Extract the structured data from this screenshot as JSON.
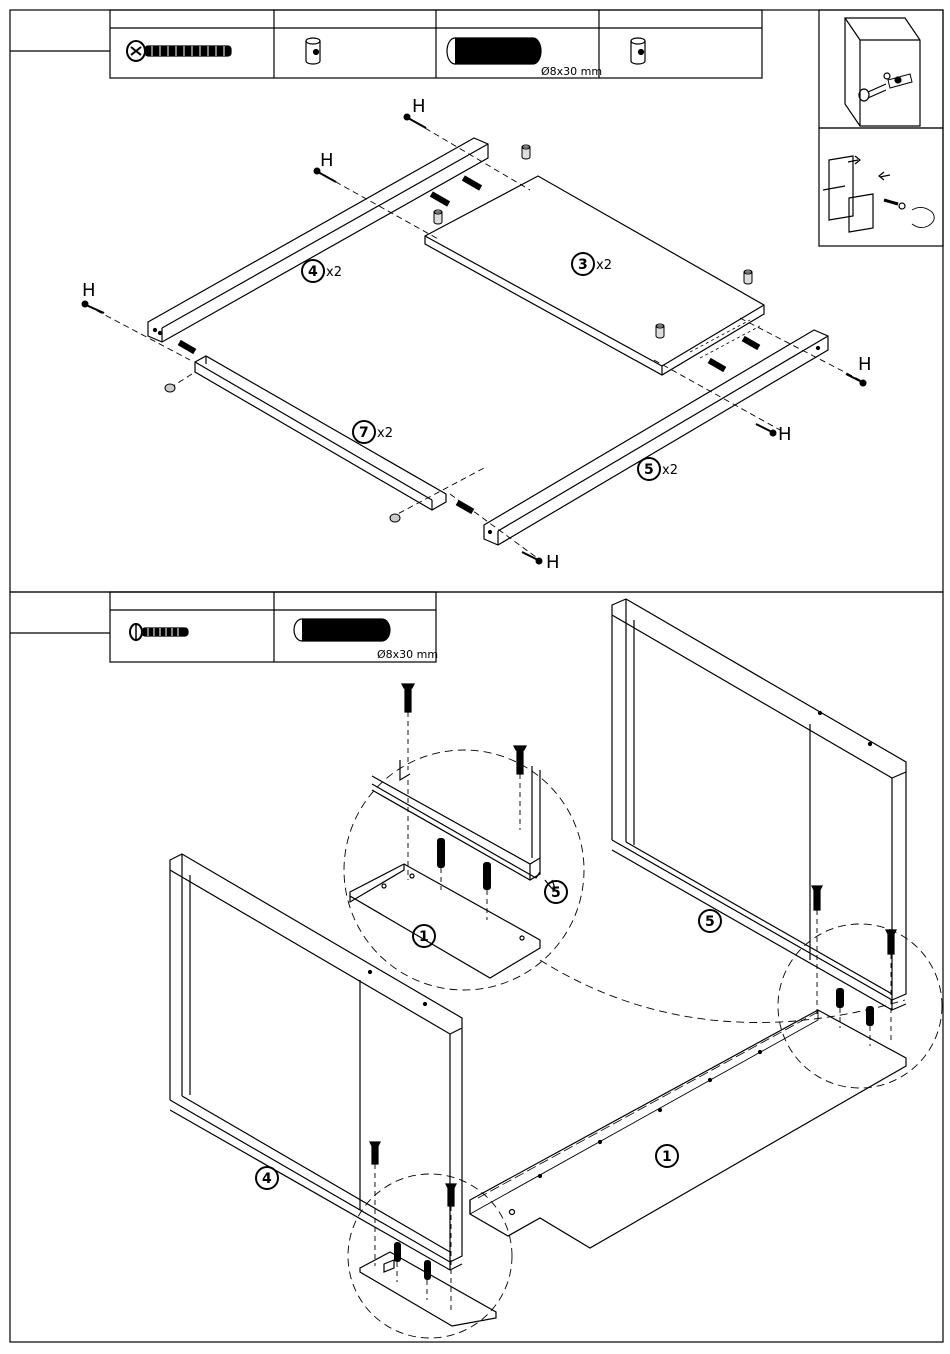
{
  "step1": {
    "parts": [
      {
        "icon": "bolt-icon",
        "label": ""
      },
      {
        "icon": "cam-nut-icon",
        "label": ""
      },
      {
        "icon": "wooden-dowel-icon",
        "label": "Ø8x30 mm"
      },
      {
        "icon": "cam-nut-icon",
        "label": ""
      }
    ],
    "callouts": [
      {
        "id": "panel-3",
        "num": "3",
        "qty": "x2"
      },
      {
        "id": "panel-4",
        "num": "4",
        "qty": "x2"
      },
      {
        "id": "panel-5",
        "num": "5",
        "qty": "x2"
      },
      {
        "id": "panel-7",
        "num": "7",
        "qty": "x2"
      }
    ],
    "bolt_letter": "H"
  },
  "step2": {
    "parts": [
      {
        "icon": "bolt-icon",
        "label": ""
      },
      {
        "icon": "wooden-dowel-icon",
        "label": "Ø8x30 mm"
      }
    ],
    "callouts": [
      {
        "id": "detail-5",
        "num": "5"
      },
      {
        "id": "detail-1",
        "num": "1"
      },
      {
        "id": "panel-5",
        "num": "5"
      },
      {
        "id": "panel-1",
        "num": "1"
      },
      {
        "id": "panel-4",
        "num": "4"
      }
    ]
  },
  "colors": {
    "line": "#000000",
    "background": "#ffffff"
  }
}
